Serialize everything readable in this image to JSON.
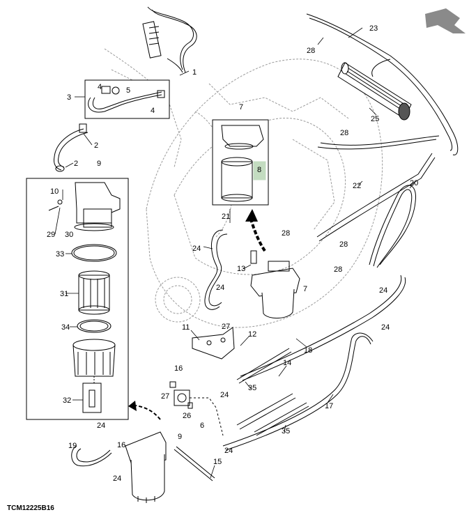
{
  "figure_code": "TCM12225B16",
  "highlight_color": "#c3dcc0",
  "icons": [
    "view-direction-arrow-icon"
  ],
  "callouts": {
    "c1": "1",
    "c2a": "2",
    "c2b": "2",
    "c3": "3",
    "c4a": "4",
    "c4b": "4",
    "c5": "5",
    "c6": "6",
    "c7a": "7",
    "c7b": "7",
    "c8": "8",
    "c9a": "9",
    "c9b": "9",
    "c10": "10",
    "c11": "11",
    "c12": "12",
    "c13": "13",
    "c14": "14",
    "c15": "15",
    "c16a": "16",
    "c16b": "16",
    "c17": "17",
    "c18": "18",
    "c19": "19",
    "c20": "20",
    "c21": "21",
    "c22": "22",
    "c23": "23",
    "c24a": "24",
    "c24b": "24",
    "c24c": "24",
    "c24d": "24",
    "c24e": "24",
    "c24f": "24",
    "c24g": "24",
    "c24h": "24",
    "c25": "25",
    "c26": "26",
    "c27a": "27",
    "c27b": "27",
    "c28a": "28",
    "c28b": "28",
    "c28c": "28",
    "c28d": "28",
    "c28e": "28",
    "c29": "29",
    "c30": "30",
    "c31": "31",
    "c32": "32",
    "c33": "33",
    "c34": "34",
    "c35a": "35",
    "c35b": "35"
  }
}
